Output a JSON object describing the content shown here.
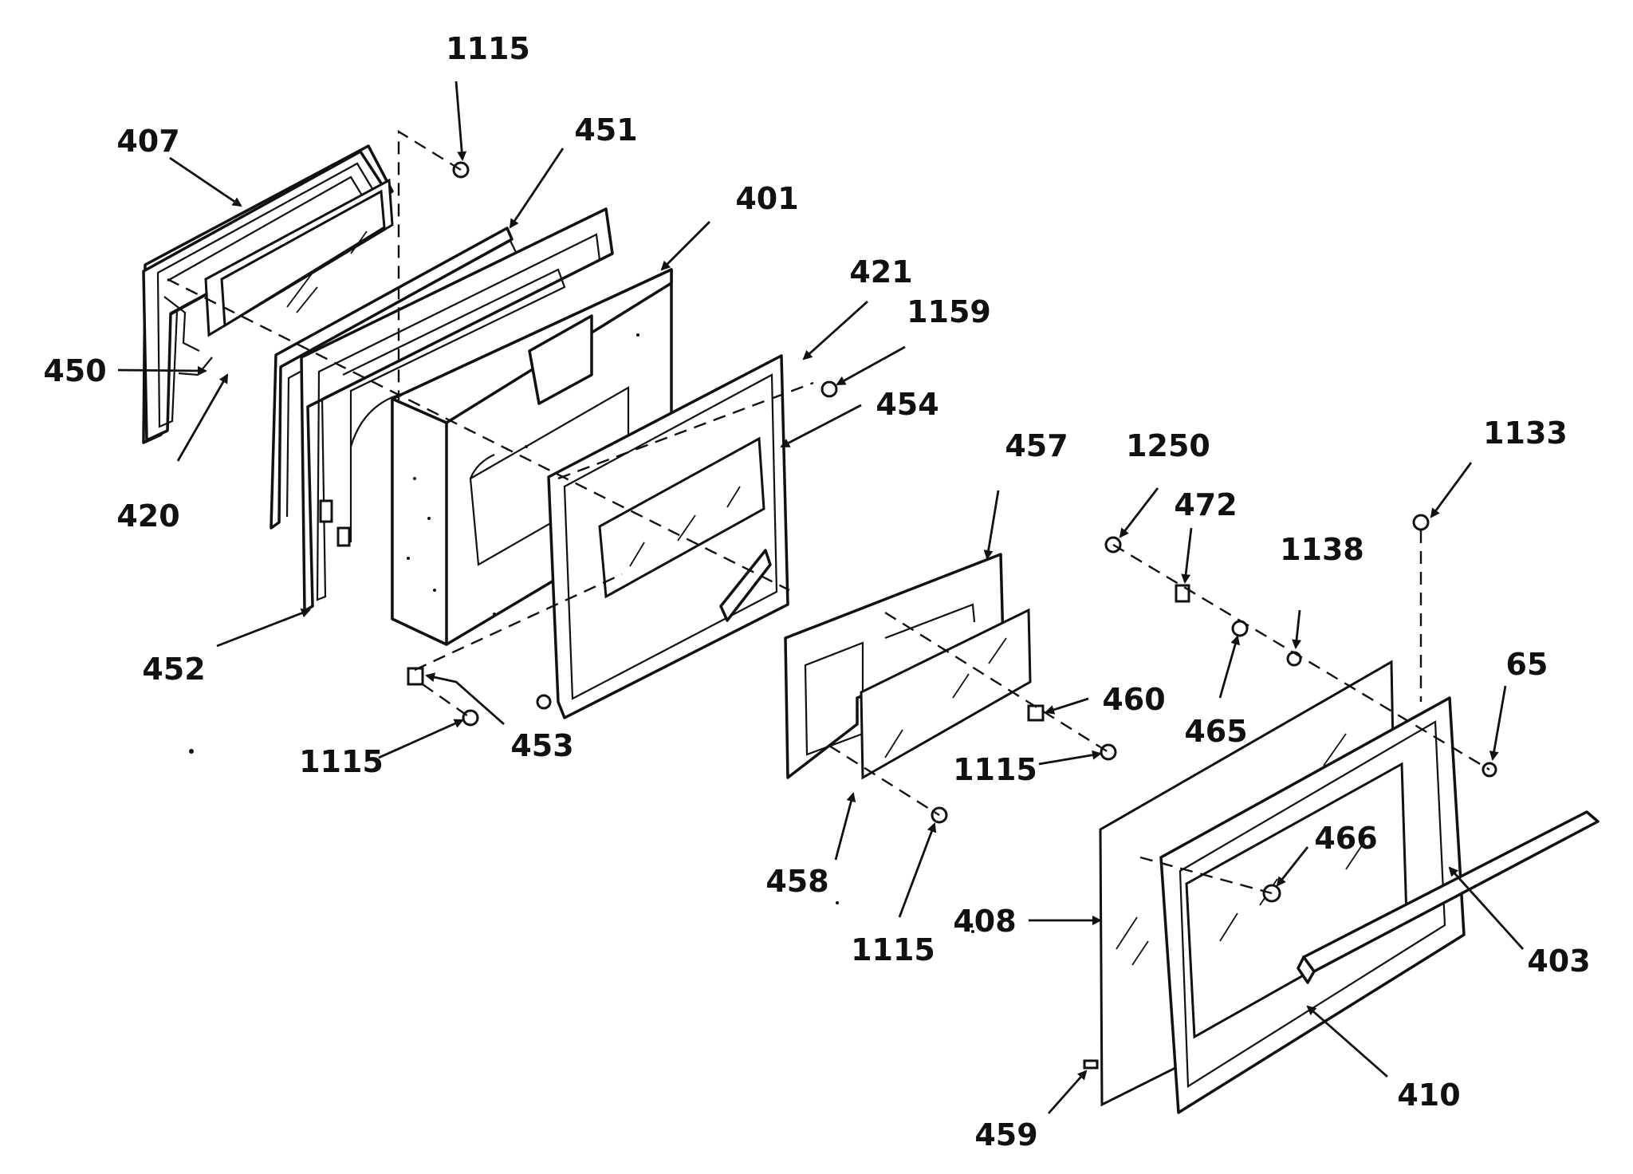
{
  "labels": {
    "l407": "407",
    "l1115_top": "1115",
    "l451": "451",
    "l401": "401",
    "l421": "421",
    "l1159": "1159",
    "l450": "450",
    "l454": "454",
    "l457": "457",
    "l1250": "1250",
    "l472": "472",
    "l1133": "1133",
    "l1138": "1138",
    "l420": "420",
    "l452": "452",
    "l65": "65",
    "l460": "460",
    "l465": "465",
    "l1115_left": "1115",
    "l453": "453",
    "l1115_mid": "1115",
    "l466": "466",
    "l458": "458",
    "l408": "408",
    "l403": "403",
    "l1115_bottom": "1115",
    "l410": "410",
    "l459": "459"
  }
}
